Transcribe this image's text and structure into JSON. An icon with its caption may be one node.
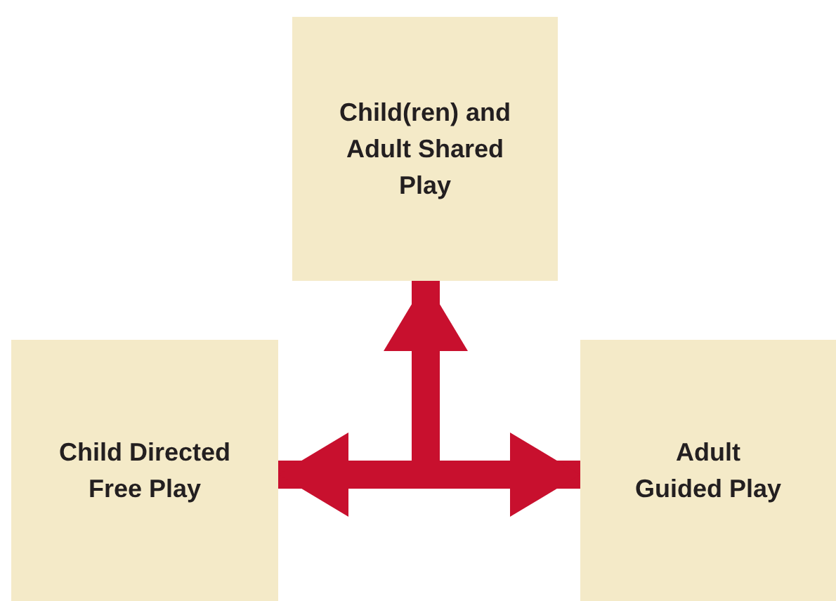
{
  "diagram": {
    "nodes": [
      {
        "text": [
          "Child(ren) and Adult Shared Play"
        ]
      },
      {
        "text": [
          "Child Directed Free Play"
        ]
      },
      {
        "text": [
          "Adult Guided Play"
        ]
      }
    ],
    "edges": [
      {
        "from": 1,
        "to": 2,
        "arrow": "both"
      },
      {
        "from": null,
        "to": 0,
        "arrow": "to"
      }
    ]
  }
}
